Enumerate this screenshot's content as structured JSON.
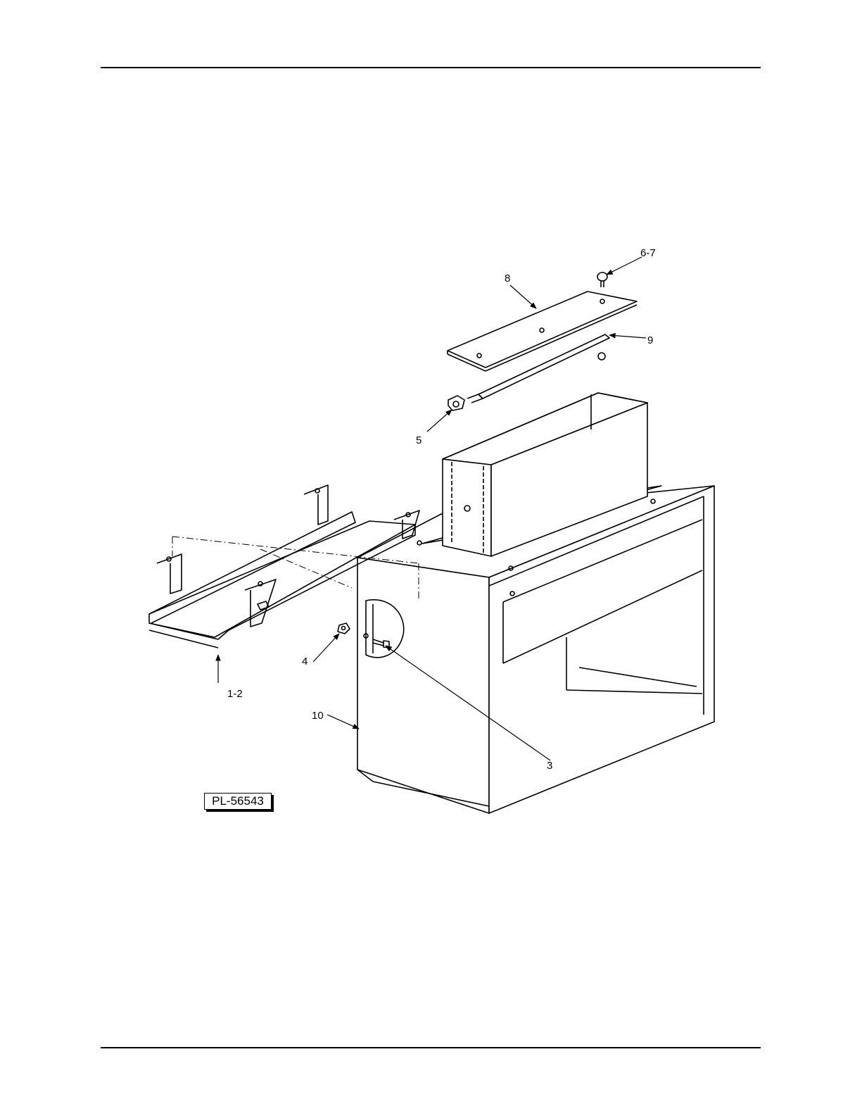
{
  "figure_id": "PL-56543",
  "callouts": [
    {
      "id": "c-1-2",
      "label": "1-2"
    },
    {
      "id": "c-3",
      "label": "3"
    },
    {
      "id": "c-4",
      "label": "4"
    },
    {
      "id": "c-5",
      "label": "5"
    },
    {
      "id": "c-6-7",
      "label": "6-7"
    },
    {
      "id": "c-8",
      "label": "8"
    },
    {
      "id": "c-9",
      "label": "9"
    },
    {
      "id": "c-10",
      "label": "10"
    }
  ]
}
